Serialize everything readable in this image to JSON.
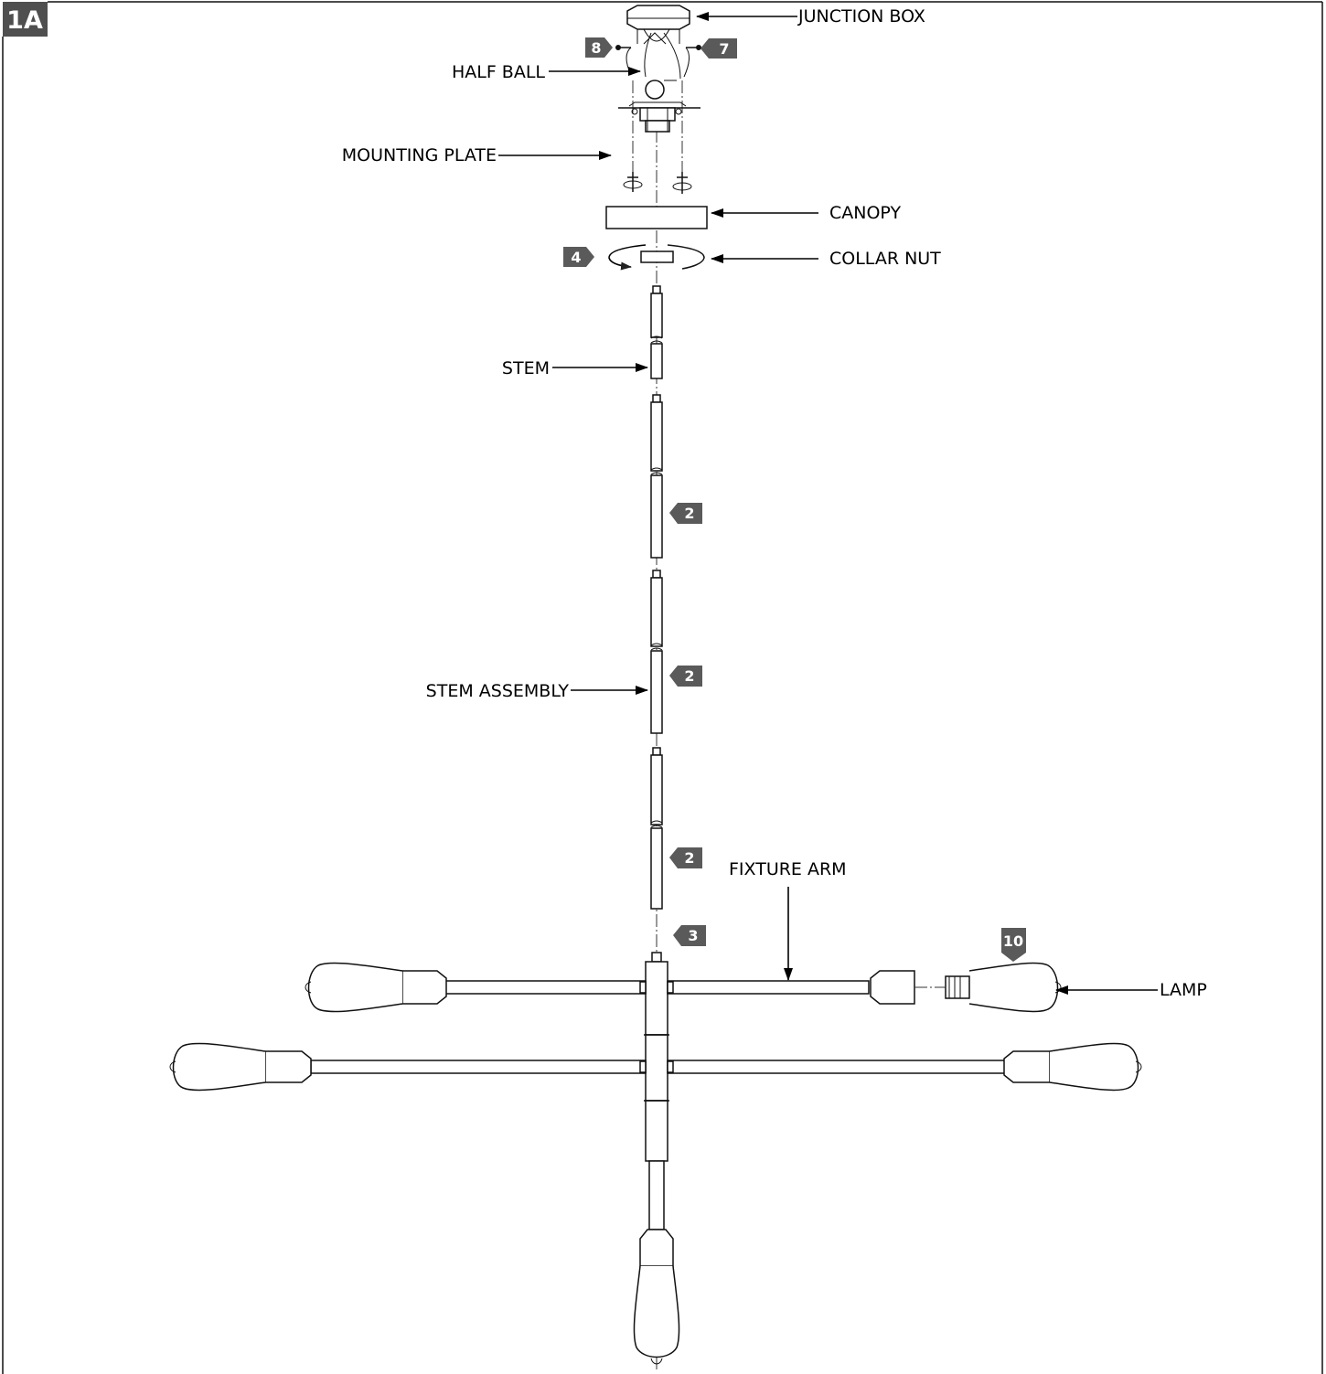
{
  "figure": {
    "id": "1A"
  },
  "labels": {
    "junction_box": "JUNCTION BOX",
    "half_ball": "HALF BALL",
    "mounting_plate": "MOUNTING PLATE",
    "canopy": "CANOPY",
    "collar_nut": "COLLAR NUT",
    "stem": "STEM",
    "stem_assembly": "STEM ASSEMBLY",
    "fixture_arm": "FIXTURE ARM",
    "lamp": "LAMP"
  },
  "step_badges": {
    "b8": "8",
    "b7": "7",
    "b4": "4",
    "b2a": "2",
    "b2b": "2",
    "b2c": "2",
    "b3": "3",
    "b10": "10"
  },
  "colors": {
    "badge": "#5a5a5a",
    "figure_tag": "#4f4f4f",
    "line": "#111111"
  }
}
